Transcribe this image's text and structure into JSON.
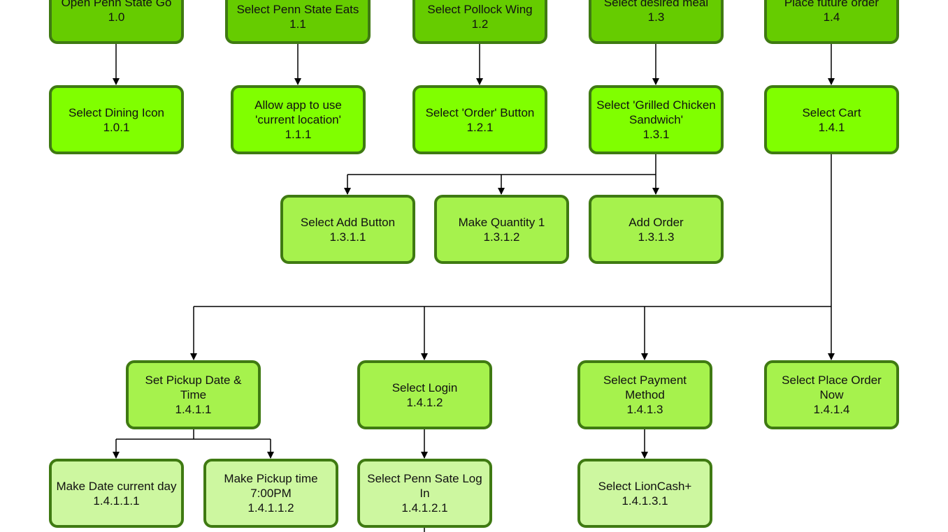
{
  "nodes": {
    "n1_0": {
      "label": "Open Penn State Go",
      "id": "1.0"
    },
    "n1_1": {
      "label": "Select Penn State Eats",
      "id": "1.1"
    },
    "n1_2": {
      "label": "Select Pollock Wing",
      "id": "1.2"
    },
    "n1_3": {
      "label": "Select desired meal",
      "id": "1.3"
    },
    "n1_4": {
      "label": "Place future order",
      "id": "1.4"
    },
    "n1_0_1": {
      "label": "Select Dining Icon",
      "id": "1.0.1"
    },
    "n1_1_1": {
      "label": "Allow app to use 'current location'",
      "id": "1.1.1"
    },
    "n1_2_1": {
      "label": "Select 'Order' Button",
      "id": "1.2.1"
    },
    "n1_3_1": {
      "label": "Select 'Grilled Chicken Sandwich'",
      "id": "1.3.1"
    },
    "n1_4_1": {
      "label": "Select Cart",
      "id": "1.4.1"
    },
    "n1_3_1_1": {
      "label": "Select Add Button",
      "id": "1.3.1.1"
    },
    "n1_3_1_2": {
      "label": "Make Quantity 1",
      "id": "1.3.1.2"
    },
    "n1_3_1_3": {
      "label": "Add Order",
      "id": "1.3.1.3"
    },
    "n1_4_1_1": {
      "label": "Set Pickup Date & Time",
      "id": "1.4.1.1"
    },
    "n1_4_1_2": {
      "label": "Select Login",
      "id": "1.4.1.2"
    },
    "n1_4_1_3": {
      "label": "Select Payment Method",
      "id": "1.4.1.3"
    },
    "n1_4_1_4": {
      "label": "Select Place Order Now",
      "id": "1.4.1.4"
    },
    "n1_4_1_1_1": {
      "label": "Make Date current day",
      "id": "1.4.1.1.1"
    },
    "n1_4_1_1_2": {
      "label": "Make Pickup time 7:00PM",
      "id": "1.4.1.1.2"
    },
    "n1_4_1_2_1": {
      "label": "Select Penn Sate Log In",
      "id": "1.4.1.2.1"
    },
    "n1_4_1_3_1": {
      "label": "Select LionCash+",
      "id": "1.4.1.3.1"
    }
  },
  "colors": {
    "border": "#3f7a12",
    "level_0": "#66cc00",
    "level_1": "#80ff00",
    "level_2": "#a6f24d",
    "level_3": "#bdf57c",
    "level_4": "#cdf7a0",
    "edge": "#000000"
  }
}
